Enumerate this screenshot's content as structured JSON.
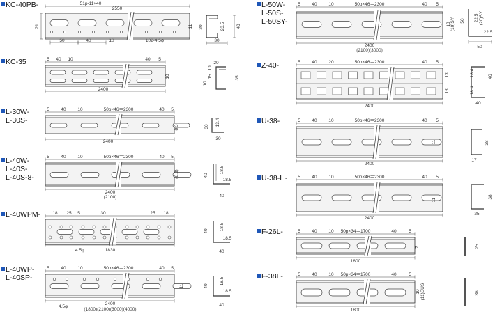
{
  "colors": {
    "bullet": "#1f57b8",
    "line": "#444444",
    "plate": "#f3f3f3",
    "hole": "#ffffff"
  },
  "products": [
    {
      "id": "kc40pb",
      "title": [
        "KC-40PB-"
      ],
      "dims": [
        "51p-11×40",
        "2550",
        "21",
        "50",
        "40",
        "10",
        "102-4.5φ",
        "11",
        "20",
        "23.5",
        "40",
        "30"
      ]
    },
    {
      "id": "kc35",
      "title": [
        "KC-35"
      ],
      "dims": [
        "5",
        "40",
        "10",
        "40",
        "5",
        "10",
        "2400",
        "20",
        "35",
        "10",
        "15",
        "10"
      ]
    },
    {
      "id": "l30",
      "title": [
        "L-30W-",
        "L-30S-"
      ],
      "dims": [
        "5",
        "40",
        "10",
        "50p×46＝2300",
        "40",
        "5",
        "8.3",
        "2400",
        "30",
        "13.4",
        "30"
      ]
    },
    {
      "id": "l40",
      "title": [
        "L-40W-",
        "L-40S-",
        "L-40S-8-"
      ],
      "dims": [
        "5",
        "40",
        "10",
        "50p×46＝2300",
        "40",
        "5",
        "(8.3)",
        "2400",
        "(2100)",
        "40",
        "18.5",
        "18.5",
        "40"
      ]
    },
    {
      "id": "l40wpm",
      "title": [
        "L-40WPM-"
      ],
      "dims": [
        "18",
        "25",
        "5",
        "30",
        "25",
        "18",
        "4.5φ",
        "1830",
        "40",
        "18.5",
        "18.5",
        "40"
      ]
    },
    {
      "id": "l40wp",
      "title": [
        "L-40WP-",
        "L-40SP-"
      ],
      "dims": [
        "5",
        "40",
        "10",
        "50p×46＝2300",
        "40",
        "5",
        "11",
        "4.5φ",
        "2400",
        "(1800)(2100)(3000)(4000)",
        "40",
        "18.5",
        "18.5",
        "40"
      ]
    },
    {
      "id": "l50",
      "title": [
        "L-50W-",
        "L-50S-",
        "L-50SY-"
      ],
      "dims": [
        "5",
        "40",
        "10",
        "50p×46＝2300",
        "40",
        "5",
        "13",
        "(10)SY",
        "2400",
        "(2100)(3000)",
        "50",
        "22.5",
        "(20)SY",
        "22.5",
        "50"
      ]
    },
    {
      "id": "z40",
      "title": [
        "Z-40-"
      ],
      "dims": [
        "5",
        "40",
        "20",
        "50p×46＝2300",
        "40",
        "5",
        "13",
        "13",
        "2400",
        "40",
        "18.4",
        "18.4",
        "40"
      ]
    },
    {
      "id": "u38",
      "title": [
        "U-38-"
      ],
      "dims": [
        "5",
        "40",
        "10",
        "50p×46＝2300",
        "40",
        "5",
        "11",
        "2400",
        "38",
        "17"
      ]
    },
    {
      "id": "u38h",
      "title": [
        "U-38-H-"
      ],
      "dims": [
        "5",
        "40",
        "10",
        "50p×46＝2300",
        "40",
        "5",
        "11",
        "2400",
        "38",
        "25"
      ]
    },
    {
      "id": "f26l",
      "title": [
        "F-26L-"
      ],
      "dims": [
        "5",
        "40",
        "10",
        "50p×34＝1700",
        "40",
        "5",
        "7",
        "1800",
        "25"
      ]
    },
    {
      "id": "f38l",
      "title": [
        "F-38L-"
      ],
      "dims": [
        "5",
        "40",
        "10",
        "50p×34＝1700",
        "40",
        "5",
        "10",
        "(11)SUS",
        "1800",
        "36"
      ]
    }
  ]
}
